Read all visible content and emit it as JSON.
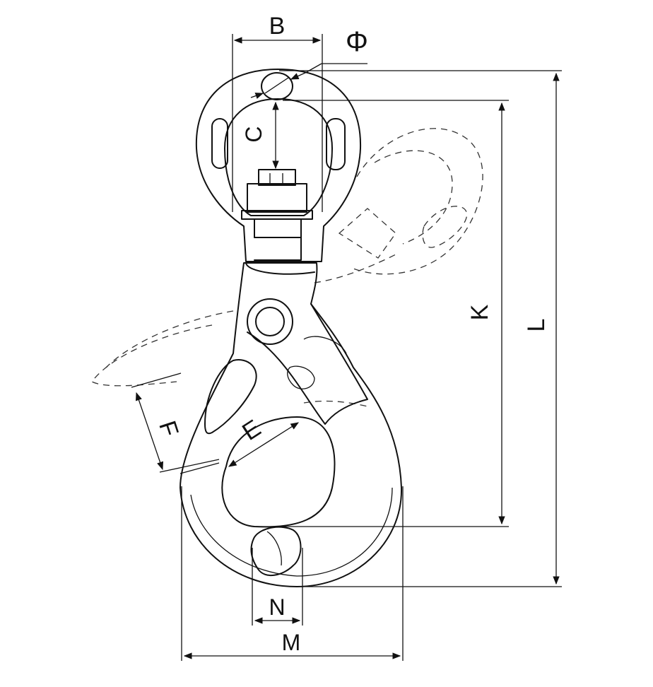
{
  "labels": {
    "B": "B",
    "phi": "Φ",
    "C": "C",
    "K": "K",
    "L": "L",
    "F": "F",
    "E": "E",
    "N": "N",
    "M": "M"
  }
}
